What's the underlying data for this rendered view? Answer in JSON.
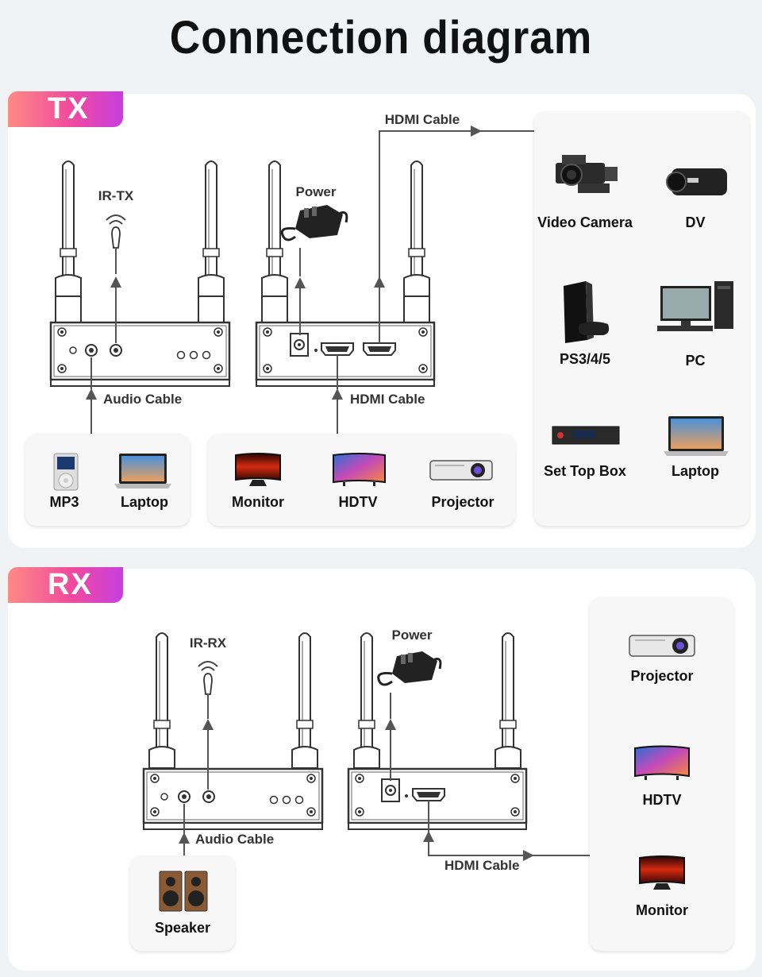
{
  "title": "Connection diagram",
  "tx": {
    "tag": "TX",
    "ir_label": "IR-TX",
    "power_label": "Power",
    "audio_cable_label": "Audio Cable",
    "hdmi_cable_bottom_label": "HDMI Cable",
    "hdmi_cable_top_label": "HDMI Cable",
    "audio_devices": [
      "MP3",
      "Laptop"
    ],
    "display_devices": [
      "Monitor",
      "HDTV",
      "Projector"
    ],
    "sources": [
      "Video Camera",
      "DV",
      "PS3/4/5",
      "PC",
      "Set Top Box",
      "Laptop"
    ]
  },
  "rx": {
    "tag": "RX",
    "ir_label": "IR-RX",
    "power_label": "Power",
    "audio_cable_label": "Audio Cable",
    "hdmi_cable_label": "HDMI Cable",
    "audio_devices": [
      "Speaker"
    ],
    "displays": [
      "Projector",
      "HDTV",
      "Monitor"
    ]
  },
  "colors": {
    "line": "#555555",
    "tag_start": "#ff8a84",
    "tag_end": "#c83ee0"
  }
}
